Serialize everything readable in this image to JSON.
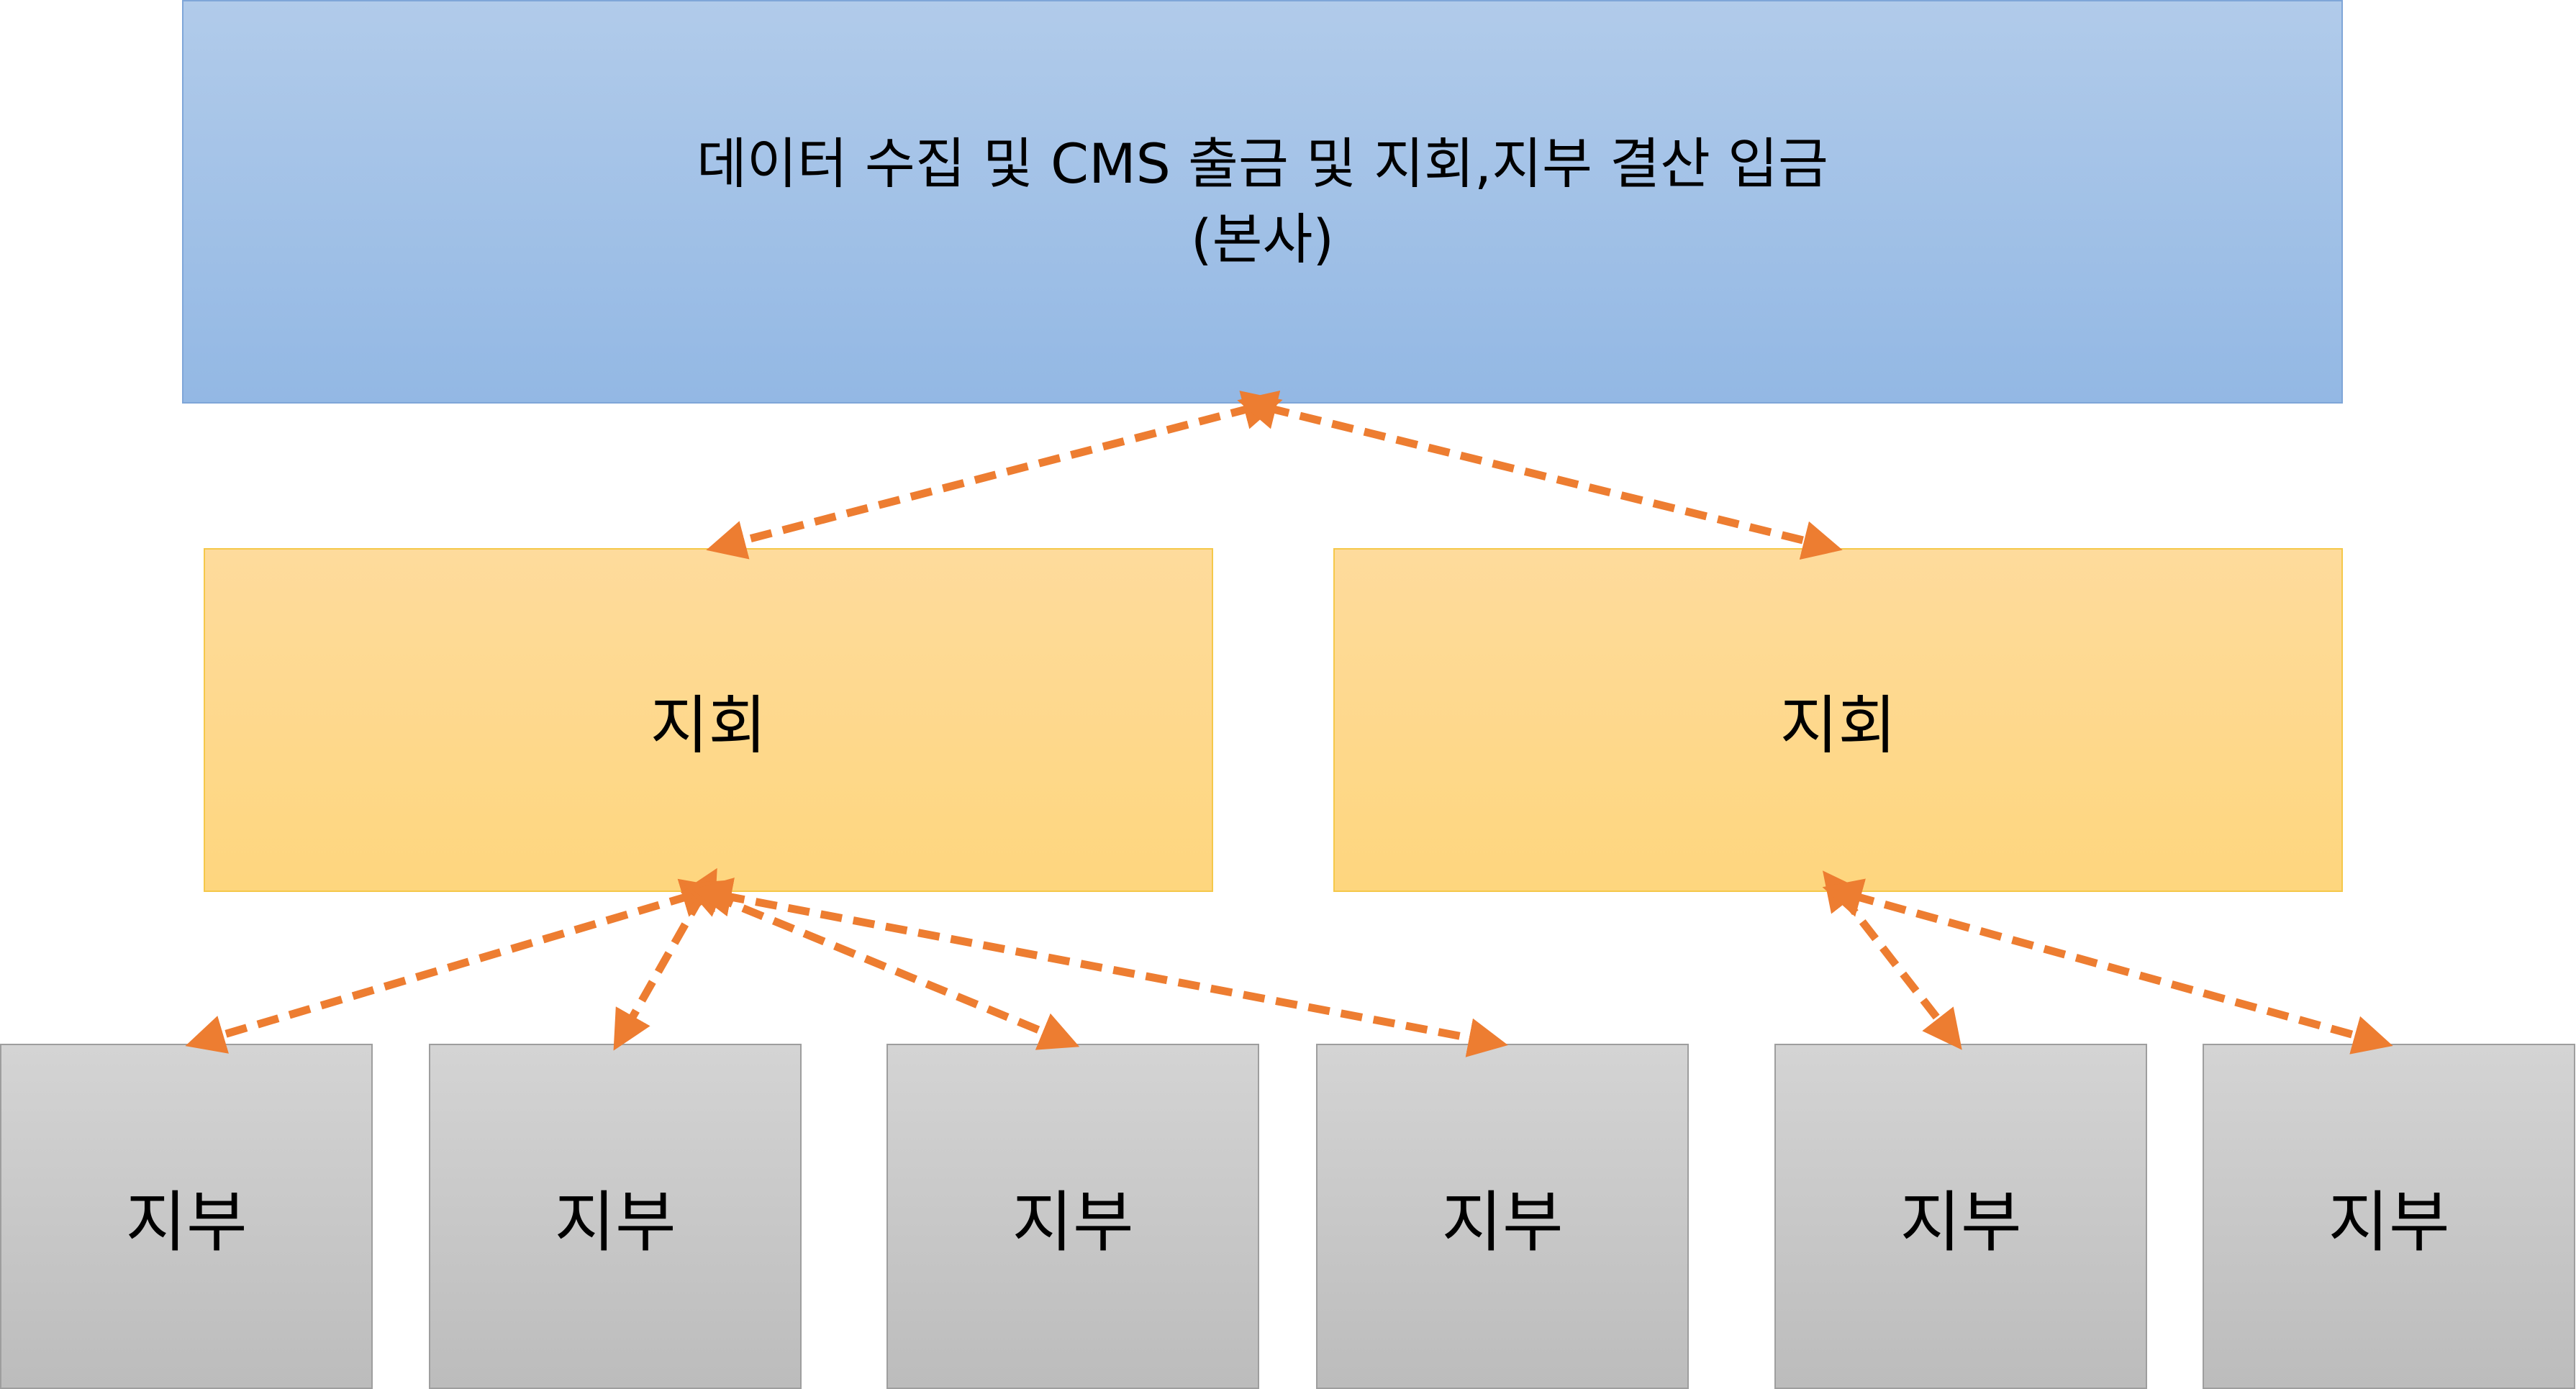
{
  "colors": {
    "hq_fill": "#a3c1e7",
    "branch_fill": "#fed98c",
    "local_fill": "#c8c8c8",
    "connector": "#ed7d31"
  },
  "hq": {
    "line1": "데이터 수집 및 CMS 출금 및 지회,지부 결산 입금",
    "line2": "(본사)"
  },
  "branches": [
    {
      "label": "지회"
    },
    {
      "label": "지회"
    }
  ],
  "locals": [
    {
      "label": "지부"
    },
    {
      "label": "지부"
    },
    {
      "label": "지부"
    },
    {
      "label": "지부"
    },
    {
      "label": "지부"
    },
    {
      "label": "지부"
    }
  ]
}
